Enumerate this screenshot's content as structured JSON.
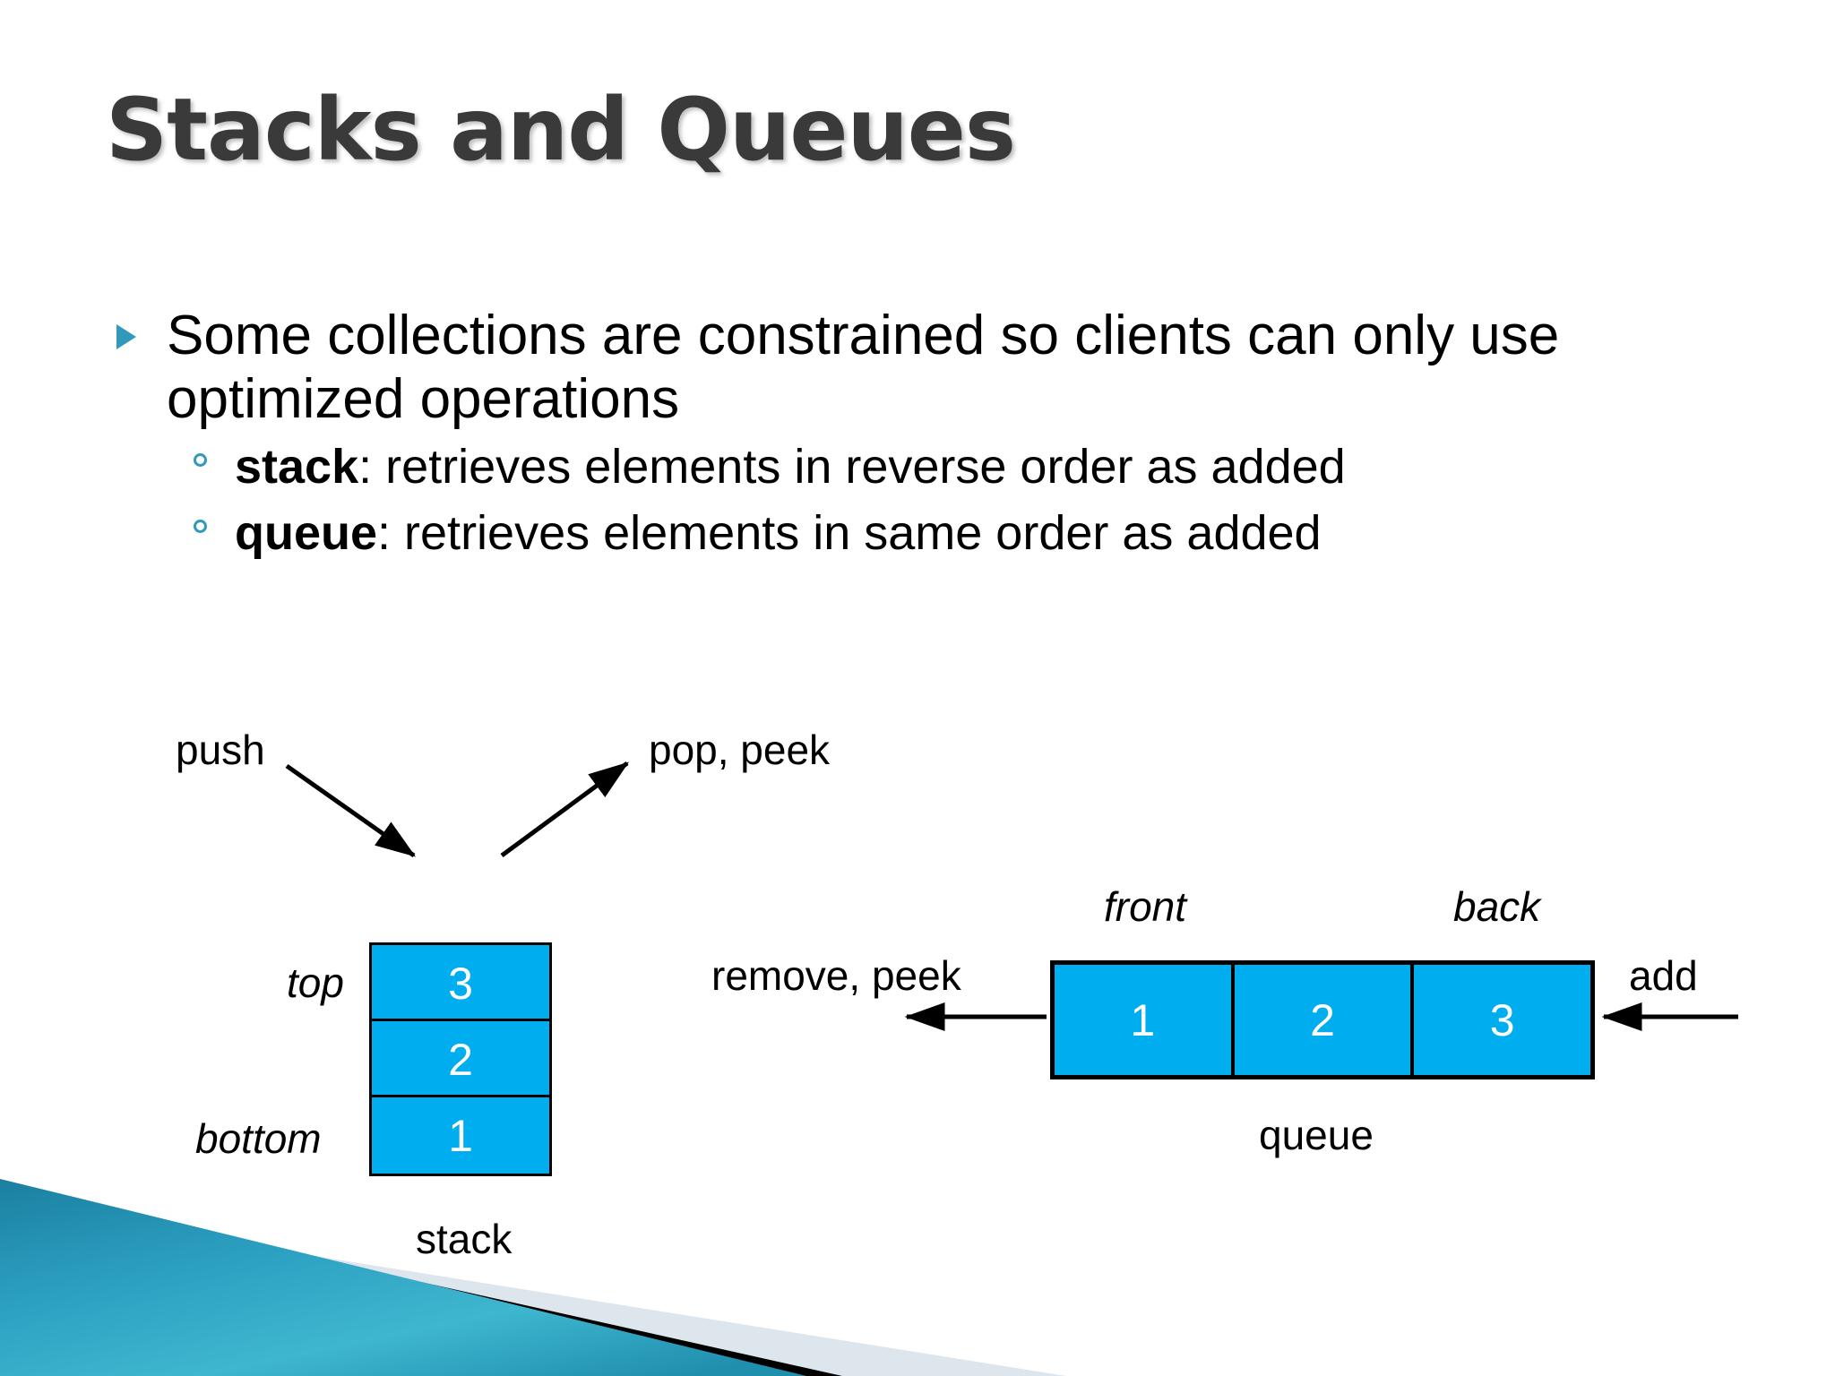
{
  "slide": {
    "title": "Stacks and Queues",
    "background_color": "#ffffff",
    "accent_color": "#3399bb",
    "cell_fill_color": "#00AEEF"
  },
  "body": {
    "bullets": [
      {
        "level": 1,
        "marker": "triangle-bullet",
        "text": "Some collections are constrained so clients can only use optimized operations"
      }
    ],
    "sub_bullets": [
      {
        "level": 2,
        "marker": "hollow-circle-bullet",
        "term": "stack",
        "separator": ": ",
        "text": "retrieves elements in reverse order as added"
      },
      {
        "level": 2,
        "marker": "hollow-circle-bullet",
        "term": "queue",
        "separator": ": ",
        "text": "retrieves elements in same order as added"
      }
    ]
  },
  "stack_diagram": {
    "caption": "stack",
    "in_label": "push",
    "out_label": "pop, peek",
    "top_label": "top",
    "bottom_label": "bottom",
    "cells_top_to_bottom": [
      "3",
      "2",
      "1"
    ]
  },
  "queue_diagram": {
    "caption": "queue",
    "front_label": "front",
    "back_label": "back",
    "out_label": "remove, peek",
    "in_label": "add",
    "cells_front_to_back": [
      "1",
      "2",
      "3"
    ]
  }
}
